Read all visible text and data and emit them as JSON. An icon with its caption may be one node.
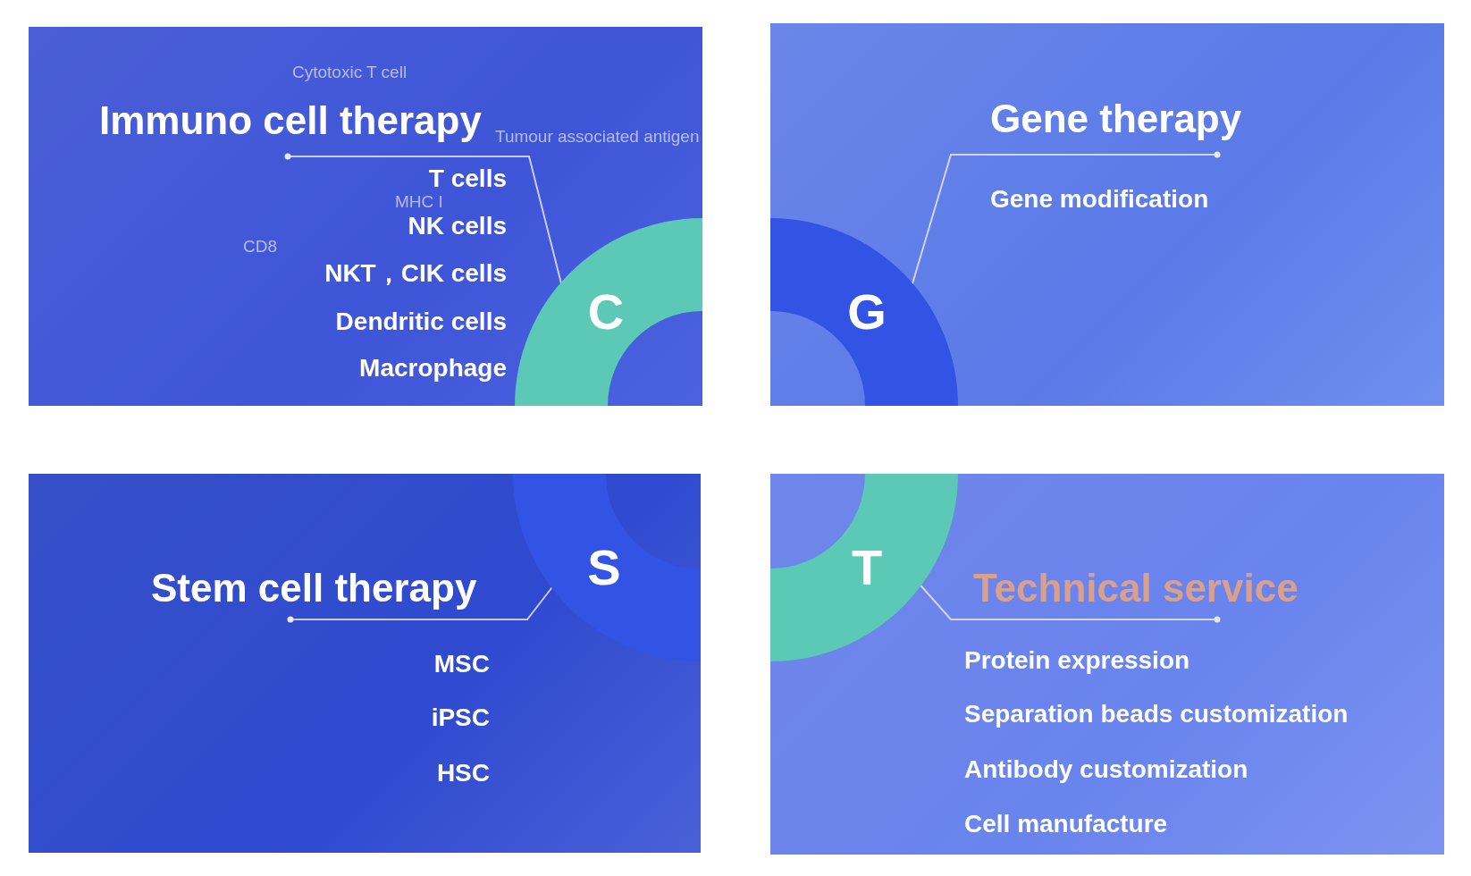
{
  "diagram": {
    "nodes": [
      {
        "text": [
          "Immuno cell therapy",
          "T cells",
          "NK cells",
          "NKT，CIK cells",
          "Dendritic cells",
          "Macrophage"
        ]
      },
      {
        "text": [
          "C"
        ],
        "in": 0
      },
      {
        "text": [
          "Gene therapy",
          "Gene modification"
        ]
      },
      {
        "text": [
          "G"
        ],
        "in": 2
      },
      {
        "text": [
          "Stem cell therapy",
          "MSC",
          "iPSC",
          "HSC"
        ]
      },
      {
        "text": [
          "S"
        ],
        "in": 4
      },
      {
        "text": [
          "Technical service",
          "Protein expression",
          "Separation beads customization",
          "Antibody customization",
          "Cell manufacture"
        ]
      },
      {
        "text": [
          "T"
        ],
        "in": 6
      }
    ],
    "labels": [
      "Cytotoxic T cell",
      "Tumour associated antigen",
      "MHC I",
      "CD8"
    ]
  }
}
